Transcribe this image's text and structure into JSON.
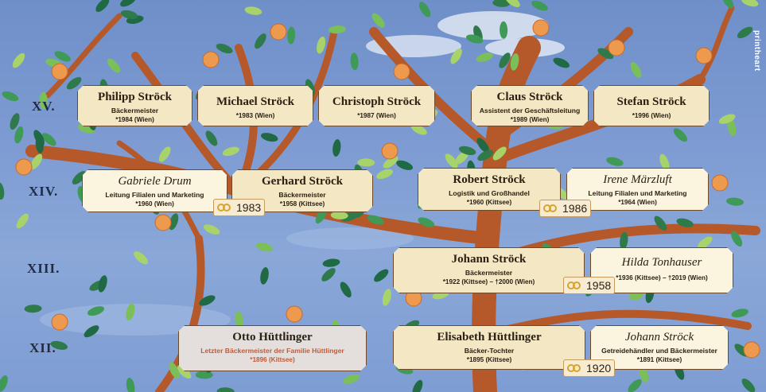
{
  "generations": [
    "XV.",
    "XIV.",
    "XIII.",
    "XII."
  ],
  "brand": "printheart",
  "palette": {
    "card": "#f3e7c4",
    "card_light": "#fbf4de",
    "card_grey": "#e4dfdc",
    "accent_red": "#c45a37",
    "trunk": "#b5582a",
    "sky": "#7d9bd2"
  },
  "people": [
    {
      "name": "Philipp Ströck",
      "role": "Bäckermeister",
      "dates": "*1984 (Wien)"
    },
    {
      "name": "Michael Ströck",
      "role": "",
      "dates": "*1983 (Wien)"
    },
    {
      "name": "Christoph Ströck",
      "role": "",
      "dates": "*1987 (Wien)"
    },
    {
      "name": "Claus Ströck",
      "role": "Assistent der Geschäftsleitung",
      "dates": "*1989 (Wien)"
    },
    {
      "name": "Stefan Ströck",
      "role": "",
      "dates": "*1996 (Wien)"
    },
    {
      "name": "Gabriele Drum",
      "role": "Leitung Filialen und Marketing",
      "dates": "*1960 (Wien)"
    },
    {
      "name": "Gerhard Ströck",
      "role": "Bäckermeister",
      "dates": "*1958 (Kittsee)"
    },
    {
      "name": "Robert Ströck",
      "role": "Logistik und Großhandel",
      "dates": "*1960 (Kittsee)"
    },
    {
      "name": "Irene Märzluft",
      "role": "Leitung Filialen und Marketing",
      "dates": "*1964 (Wien)"
    },
    {
      "name": "Johann Ströck",
      "role": "Bäckermeister",
      "dates": "*1922 (Kittsee) – †2000 (Wien)"
    },
    {
      "name": "Hilda Tonhauser",
      "role": "",
      "dates": "*1936 (Kittsee) – †2019 (Wien)"
    },
    {
      "name": "Otto Hüttlinger",
      "role": "Letzter Bäckermeister der Familie Hüttlinger",
      "dates": "*1896 (Kittsee)"
    },
    {
      "name": "Elisabeth Hüttlinger",
      "role": "Bäcker-Tochter",
      "dates": "*1895 (Kittsee)"
    },
    {
      "name": "Johann Ströck",
      "role": "Getreidehändler und Bäckermeister",
      "dates": "*1891 (Kittsee)"
    }
  ],
  "weddings": [
    "1983",
    "1986",
    "1958",
    "1920"
  ]
}
